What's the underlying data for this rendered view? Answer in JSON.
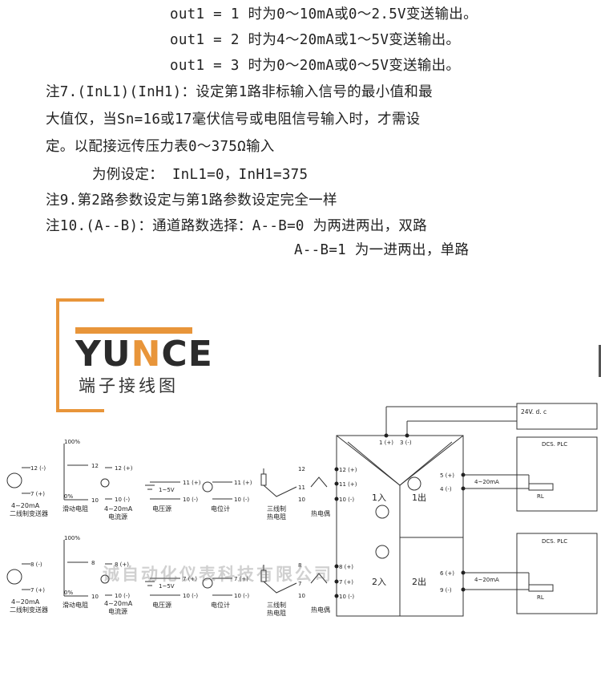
{
  "notes": {
    "out1_1": "out1 = 1 时为0～10mA或0～2.5V变送输出。",
    "out1_2": "out1 = 2 时为4～20mA或1～5V变送输出。",
    "out1_3": "out1 = 3 时为0～20mA或0～5V变送输出。",
    "n7_a": "注7.(InL1)(InH1)：设定第1路非标输入信号的最小值和最",
    "n7_b": "大值仅，当Sn=16或17毫伏信号或电阻信号输入时，才需设",
    "n7_c": "定。以配接远传压力表0～375Ω输入",
    "n7_d": "为例设定： InL1=0，InH1=375",
    "n9": "注9.第2路参数设定与第1路参数设定完全一样",
    "n10_a": "注10.(A--B)：通道路数选择：A--B=0 为两进两出，双路",
    "n10_b": "A--B=1 为一进两出，单路"
  },
  "brand": {
    "logo_pre": "YU",
    "logo_hl": "N",
    "logo_post": "CE",
    "subtitle": "端子接线图"
  },
  "diagram": {
    "power": "24V. d. c",
    "t1": "1 (+)",
    "t3": "3 (-)",
    "t12p": "12 (+)",
    "t11p": "11 (+)",
    "t10m": "10 (-)",
    "t8p": "8 (+)",
    "t7p": "7 (+)",
    "t10m2": "10 (-)",
    "in1": "1入",
    "in2": "2入",
    "out1": "1出",
    "out2": "2出",
    "t5p": "5 (+)",
    "t4m": "4 (-)",
    "t6p": "6 (+)",
    "t9m": "9 (-)",
    "current": "4~20mA",
    "dcs": "DCS. PLC",
    "rl": "RL",
    "row1": {
      "tx_top": "12 (-)",
      "tx_bot": "7 (+)",
      "tx_range": "4~20mA",
      "tx_name": "二线制变送器",
      "pot_100": "100%",
      "pot_0": "0%",
      "pot_12": "12",
      "pot_10": "10",
      "pot_name": "滑动电阻",
      "cs_top": "12 (+)",
      "cs_bot": "10 (-)",
      "cs_range": "4~20mA",
      "cs_name": "电流源",
      "vs_top": "11 (+)",
      "vs_bot": "10 (-)",
      "vs_range": "1~5V",
      "vs_name": "电压源",
      "mv_top": "11 (+)",
      "mv_bot": "10 (-)",
      "mv_name": "电位计",
      "rtd_12": "12",
      "rtd_11": "11",
      "rtd_10": "10",
      "rtd_name1": "三线制",
      "rtd_name2": "热电阻",
      "tc_name": "热电偶"
    },
    "row2": {
      "tx_top": "8 (-)",
      "tx_bot": "7 (+)",
      "tx_range": "4~20mA",
      "tx_name": "二线制变送器",
      "pot_100": "100%",
      "pot_0": "0%",
      "pot_12": "8",
      "pot_10": "10",
      "pot_name": "滑动电阻",
      "cs_top": "8 (+)",
      "cs_bot": "10 (-)",
      "cs_range": "4~20mA",
      "cs_name": "电流源",
      "vs_top": "7 (+)",
      "vs_bot": "10 (-)",
      "vs_range": "1~5V",
      "vs_name": "电压源",
      "mv_top": "7 (+)",
      "mv_bot": "10 (-)",
      "mv_name": "电位计",
      "rtd_12": "8",
      "rtd_11": "7",
      "rtd_10": "10",
      "rtd_name1": "三线制",
      "rtd_name2": "热电阻",
      "tc_name": "热电偶"
    }
  },
  "watermark": "诚自动化仪表科技有限公司"
}
